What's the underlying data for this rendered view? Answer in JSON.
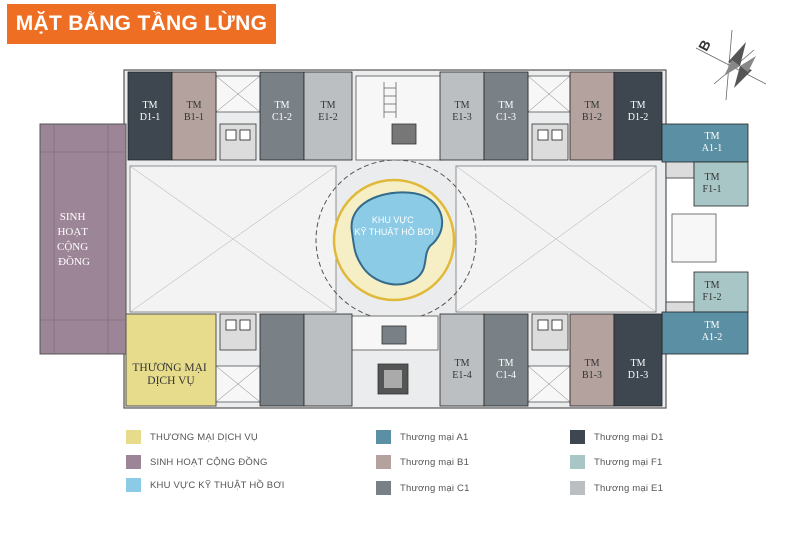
{
  "title": "MẶT BẰNG TẦNG LỪNG",
  "compass": {
    "letter": "B"
  },
  "colors": {
    "orange": "#ee6f23",
    "thuong_mai_dich_vu": "#e6dc8c",
    "sinh_hoat": "#9c8596",
    "pool": "#8ccbe6",
    "a1": "#5b8fa3",
    "b1": "#b3a29e",
    "c1": "#7a8186",
    "d1": "#3e4750",
    "f1": "#a8c6c6",
    "e1": "#bcbfc2"
  },
  "units": {
    "d1_1": [
      "TM",
      "D1-1"
    ],
    "b1_1": [
      "TM",
      "B1-1"
    ],
    "c1_2": [
      "TM",
      "C1-2"
    ],
    "e1_2": [
      "TM",
      "E1-2"
    ],
    "e1_3": [
      "TM",
      "E1-3"
    ],
    "c1_3": [
      "TM",
      "C1-3"
    ],
    "b1_2": [
      "TM",
      "B1-2"
    ],
    "d1_2": [
      "TM",
      "D1-2"
    ],
    "a1_1": [
      "TM",
      "A1-1"
    ],
    "f1_1": [
      "TM",
      "F1-1"
    ],
    "f1_2": [
      "TM",
      "F1-2"
    ],
    "a1_2": [
      "TM",
      "A1-2"
    ],
    "e1_4": [
      "TM",
      "E1-4"
    ],
    "c1_4": [
      "TM",
      "C1-4"
    ],
    "b1_3": [
      "TM",
      "B1-3"
    ],
    "d1_3": [
      "TM",
      "D1-3"
    ]
  },
  "zones": {
    "sinh_hoat": [
      "SINH",
      "HOẠT",
      "CỘNG",
      "ĐỒNG"
    ],
    "thuong_mai": [
      "THƯƠNG MẠI",
      "DỊCH VỤ"
    ],
    "pool": [
      "KHU VỰC",
      "KỸ THUẬT HỒ BƠI"
    ]
  },
  "legend": [
    {
      "label": "THƯƠNG MẠI DỊCH VỤ",
      "color": "#e6dc8c"
    },
    {
      "label": "SINH HOẠT CỘNG ĐỒNG",
      "color": "#9c8596"
    },
    {
      "label": "KHU VỰC KỸ THUẬT HỒ BƠI",
      "color": "#8ccbe6"
    },
    {
      "label": "Thương mại A1",
      "color": "#5b8fa3"
    },
    {
      "label": "Thương mại B1",
      "color": "#b3a29e"
    },
    {
      "label": "Thương mại C1",
      "color": "#7a8186"
    },
    {
      "label": "Thương mại D1",
      "color": "#3e4750"
    },
    {
      "label": "Thương mại F1",
      "color": "#a8c6c6"
    },
    {
      "label": "Thương mại E1",
      "color": "#bcbfc2"
    }
  ]
}
